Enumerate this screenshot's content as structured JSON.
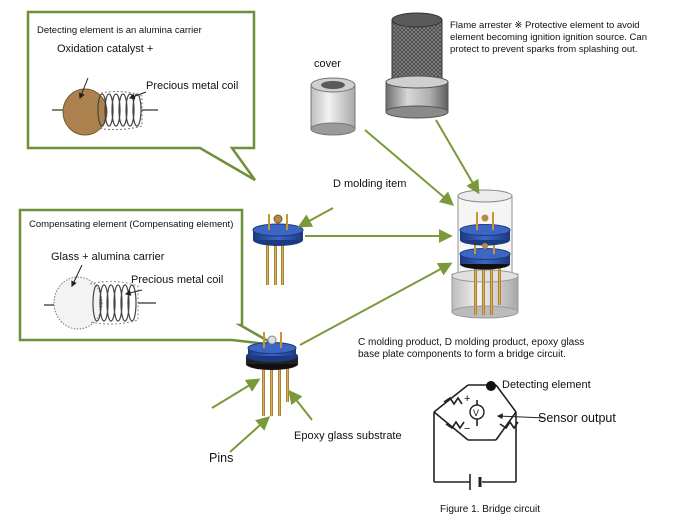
{
  "labels": {
    "detecting_callout_title": "Detecting element is an alumina carrier",
    "detecting_callout_material": "Oxidation catalyst +",
    "detecting_callout_coil": "Precious metal coil",
    "compensating_callout_title": "Compensating element (Compensating element)",
    "compensating_callout_material": "Glass + alumina carrier",
    "compensating_callout_coil": "Precious metal coil",
    "cover": "cover",
    "flame_arrester": "Flame arrester ※ Protective element to avoid element becoming ignition ignition source. Can protect to prevent sparks from splashing out.",
    "d_molding_item": "D molding item",
    "c_molding_note": "C molding product, D molding product, epoxy glass base plate components to form a bridge circuit.",
    "detecting_element": "Detecting element",
    "sensor_output": "Sensor output",
    "pins": "Pins",
    "epoxy_glass_substrate": "Epoxy glass substrate",
    "figure_caption": "Figure 1. Bridge circuit"
  },
  "colors": {
    "callout_border": "#6f8f3a",
    "arrow": "#7a9a3a",
    "disc_blue": "#2a4fa0",
    "pin_gold": "#c8962e",
    "alumina_bead": "#b8864a",
    "metal_gray": "#9a9a9a",
    "circuit_line": "#222222"
  }
}
